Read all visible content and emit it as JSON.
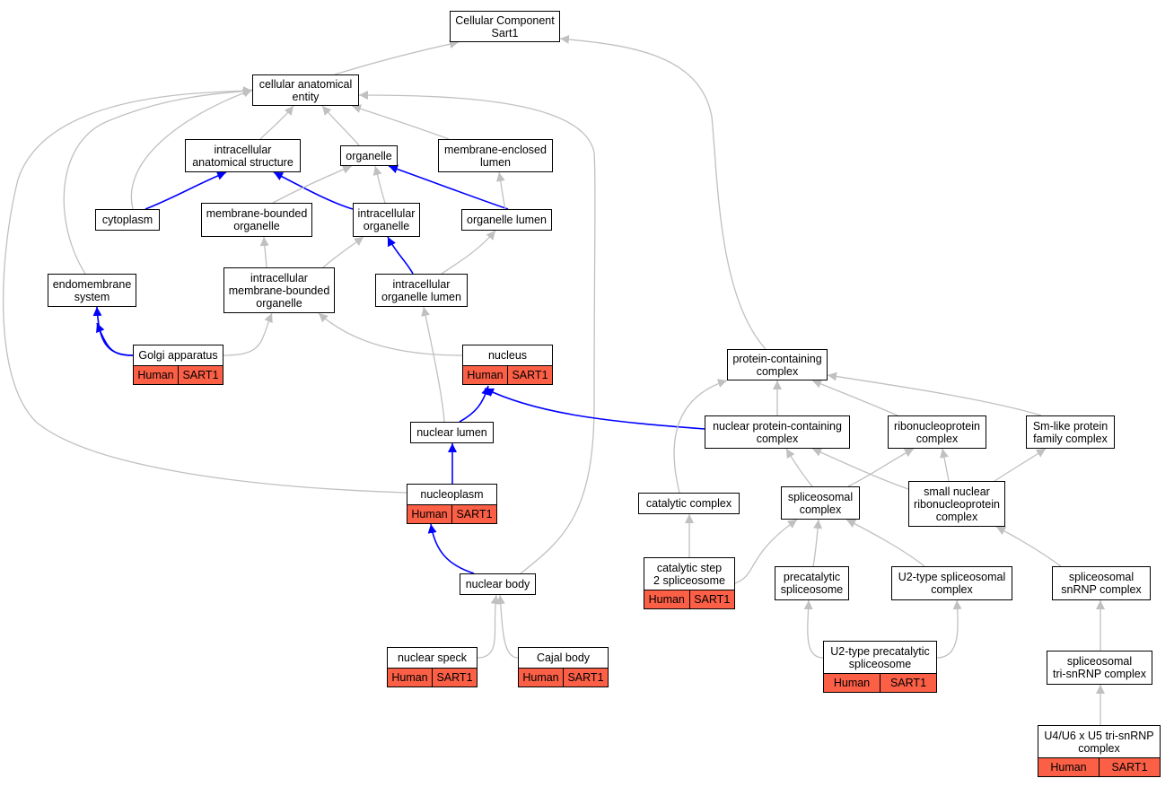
{
  "colors": {
    "edge_grey": "#c0c0c0",
    "edge_blue": "#0000ff",
    "annotation": "#fb5f46"
  },
  "nodes": {
    "root": {
      "label": "Cellular Component\nSart1"
    },
    "cae": {
      "label": "cellular anatomical\nentity"
    },
    "ias": {
      "label": "intracellular\nanatomical structure"
    },
    "organelle": {
      "label": "organelle"
    },
    "mel": {
      "label": "membrane-enclosed\nlumen"
    },
    "cytoplasm": {
      "label": "cytoplasm"
    },
    "mbo": {
      "label": "membrane-bounded\norganelle"
    },
    "io": {
      "label": "intracellular\norganelle"
    },
    "ol": {
      "label": "organelle lumen"
    },
    "endo": {
      "label": "endomembrane\nsystem"
    },
    "imbo": {
      "label": "intracellular\nmembrane-bounded\norganelle"
    },
    "iol": {
      "label": "intracellular\norganelle lumen"
    },
    "golgi": {
      "label": "Golgi apparatus",
      "annotation": [
        "Human",
        "SART1"
      ]
    },
    "nucleus": {
      "label": "nucleus",
      "annotation": [
        "Human",
        "SART1"
      ]
    },
    "pcc": {
      "label": "protein-containing\ncomplex"
    },
    "nlumen": {
      "label": "nuclear lumen"
    },
    "npcc": {
      "label": "nuclear protein-containing\ncomplex"
    },
    "rnp": {
      "label": "ribonucleoprotein\ncomplex"
    },
    "smlike": {
      "label": "Sm-like protein\nfamily complex"
    },
    "nucleoplasm": {
      "label": "nucleoplasm",
      "annotation": [
        "Human",
        "SART1"
      ]
    },
    "catalytic": {
      "label": "catalytic complex"
    },
    "spliceo": {
      "label": "spliceosomal\ncomplex"
    },
    "snrnp": {
      "label": "small nuclear\nribonucleoprotein\ncomplex"
    },
    "cs2": {
      "label": "catalytic step\n2 spliceosome",
      "annotation": [
        "Human",
        "SART1"
      ]
    },
    "precat": {
      "label": "precatalytic\nspliceosome"
    },
    "u2type": {
      "label": "U2-type spliceosomal\ncomplex"
    },
    "ssnrnp": {
      "label": "spliceosomal\nsnRNP complex"
    },
    "nbody": {
      "label": "nuclear body"
    },
    "nspeck": {
      "label": "nuclear speck",
      "annotation": [
        "Human",
        "SART1"
      ]
    },
    "cajal": {
      "label": "Cajal body",
      "annotation": [
        "Human",
        "SART1"
      ]
    },
    "u2pre": {
      "label": "U2-type precatalytic\nspliceosome",
      "annotation": [
        "Human",
        "SART1"
      ]
    },
    "trisnrnp": {
      "label": "spliceosomal\ntri-snRNP complex"
    },
    "u4u6": {
      "label": "U4/U6 x U5 tri-snRNP\ncomplex",
      "annotation": [
        "Human",
        "SART1"
      ]
    }
  },
  "edges": [
    {
      "from": "cae",
      "to": "root",
      "color": "grey"
    },
    {
      "from": "pcc",
      "to": "root",
      "color": "grey"
    },
    {
      "from": "ias",
      "to": "cae",
      "color": "grey"
    },
    {
      "from": "organelle",
      "to": "cae",
      "color": "grey"
    },
    {
      "from": "mel",
      "to": "cae",
      "color": "grey"
    },
    {
      "from": "cytoplasm",
      "to": "cae",
      "color": "grey"
    },
    {
      "from": "endo",
      "to": "cae",
      "color": "grey"
    },
    {
      "from": "nucleoplasm",
      "to": "cae",
      "color": "grey"
    },
    {
      "from": "nbody",
      "to": "cae",
      "color": "grey"
    },
    {
      "from": "cytoplasm",
      "to": "ias",
      "color": "blue"
    },
    {
      "from": "io",
      "to": "ias",
      "color": "blue"
    },
    {
      "from": "mbo",
      "to": "organelle",
      "color": "grey"
    },
    {
      "from": "io",
      "to": "organelle",
      "color": "grey"
    },
    {
      "from": "ol",
      "to": "organelle",
      "color": "blue"
    },
    {
      "from": "ol",
      "to": "mel",
      "color": "grey"
    },
    {
      "from": "golgi",
      "to": "cytoplasm",
      "color": "blue"
    },
    {
      "from": "imbo",
      "to": "mbo",
      "color": "grey"
    },
    {
      "from": "imbo",
      "to": "io",
      "color": "grey"
    },
    {
      "from": "iol",
      "to": "io",
      "color": "blue"
    },
    {
      "from": "iol",
      "to": "ol",
      "color": "grey"
    },
    {
      "from": "golgi",
      "to": "endo",
      "color": "blue"
    },
    {
      "from": "golgi",
      "to": "imbo",
      "color": "grey"
    },
    {
      "from": "nucleus",
      "to": "imbo",
      "color": "grey"
    },
    {
      "from": "nlumen",
      "to": "iol",
      "color": "grey"
    },
    {
      "from": "nlumen",
      "to": "nucleus",
      "color": "blue"
    },
    {
      "from": "npcc",
      "to": "nucleus",
      "color": "blue"
    },
    {
      "from": "catalytic",
      "to": "pcc",
      "color": "grey"
    },
    {
      "from": "npcc",
      "to": "pcc",
      "color": "grey"
    },
    {
      "from": "rnp",
      "to": "pcc",
      "color": "grey"
    },
    {
      "from": "smlike",
      "to": "pcc",
      "color": "grey"
    },
    {
      "from": "nucleoplasm",
      "to": "nlumen",
      "color": "blue"
    },
    {
      "from": "spliceo",
      "to": "npcc",
      "color": "grey"
    },
    {
      "from": "snrnp",
      "to": "npcc",
      "color": "grey"
    },
    {
      "from": "spliceo",
      "to": "rnp",
      "color": "grey"
    },
    {
      "from": "snrnp",
      "to": "rnp",
      "color": "grey"
    },
    {
      "from": "snrnp",
      "to": "smlike",
      "color": "grey"
    },
    {
      "from": "nbody",
      "to": "nucleoplasm",
      "color": "blue"
    },
    {
      "from": "cs2",
      "to": "catalytic",
      "color": "grey"
    },
    {
      "from": "cs2",
      "to": "spliceo",
      "color": "grey"
    },
    {
      "from": "precat",
      "to": "spliceo",
      "color": "grey"
    },
    {
      "from": "u2type",
      "to": "spliceo",
      "color": "grey"
    },
    {
      "from": "ssnrnp",
      "to": "snrnp",
      "color": "grey"
    },
    {
      "from": "nspeck",
      "to": "nbody",
      "color": "grey"
    },
    {
      "from": "cajal",
      "to": "nbody",
      "color": "grey"
    },
    {
      "from": "u2pre",
      "to": "precat",
      "color": "grey"
    },
    {
      "from": "u2pre",
      "to": "u2type",
      "color": "grey"
    },
    {
      "from": "trisnrnp",
      "to": "ssnrnp",
      "color": "grey"
    },
    {
      "from": "u4u6",
      "to": "trisnrnp",
      "color": "grey"
    }
  ]
}
